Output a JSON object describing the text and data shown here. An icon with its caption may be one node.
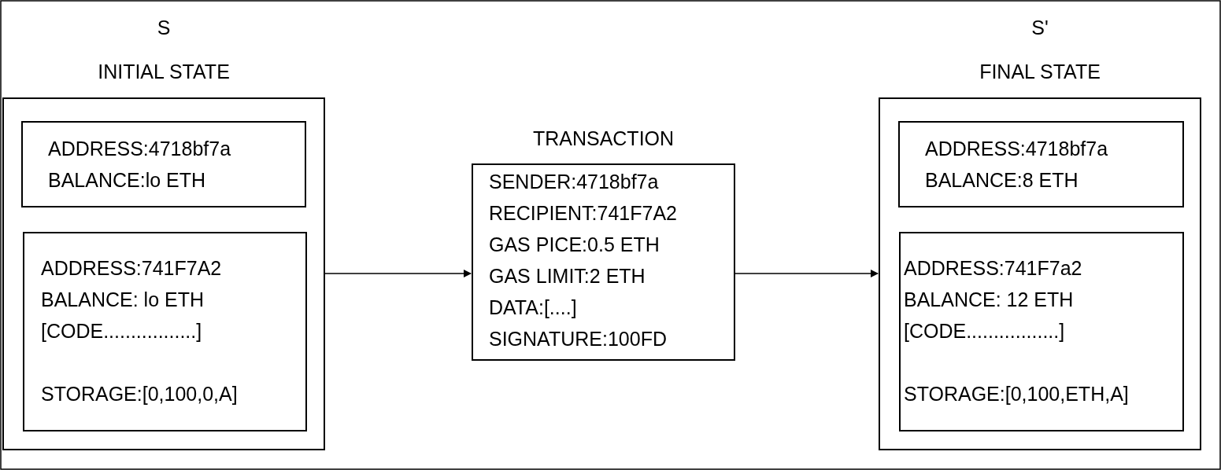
{
  "diagram": {
    "nodes": [
      {
        "text": [
          "S",
          "INITIAL STATE"
        ]
      },
      {
        "text": [
          "ADDRESS:4718bf7a",
          "BALANCE:lo ETH"
        ],
        "in": 0
      },
      {
        "text": [
          "ADDRESS:741F7A2",
          "BALANCE: lo ETH",
          "[CODE.................]",
          "STORAGE:[0,100,0,A]"
        ],
        "in": 0
      },
      {
        "text": [
          "TRANSACTION",
          "SENDER:4718bf7a",
          "RECIPIENT:741F7A2",
          "GAS PICE:0.5 ETH",
          "GAS LIMIT:2 ETH",
          "DATA:[....]",
          "SIGNATURE:100FD"
        ]
      },
      {
        "text": [
          "S'",
          "FINAL STATE"
        ]
      },
      {
        "text": [
          "ADDRESS:4718bf7a",
          "BALANCE:8 ETH"
        ],
        "in": 4
      },
      {
        "text": [
          "ADDRESS:741F7a2",
          "BALANCE: 12 ETH",
          "[CODE.................]",
          "STORAGE:[0,100,ETH,A]"
        ],
        "in": 4
      }
    ],
    "edges": [
      {
        "from": 0,
        "to": 3,
        "arrow": "to"
      },
      {
        "from": 3,
        "to": 4,
        "arrow": "to"
      }
    ]
  }
}
